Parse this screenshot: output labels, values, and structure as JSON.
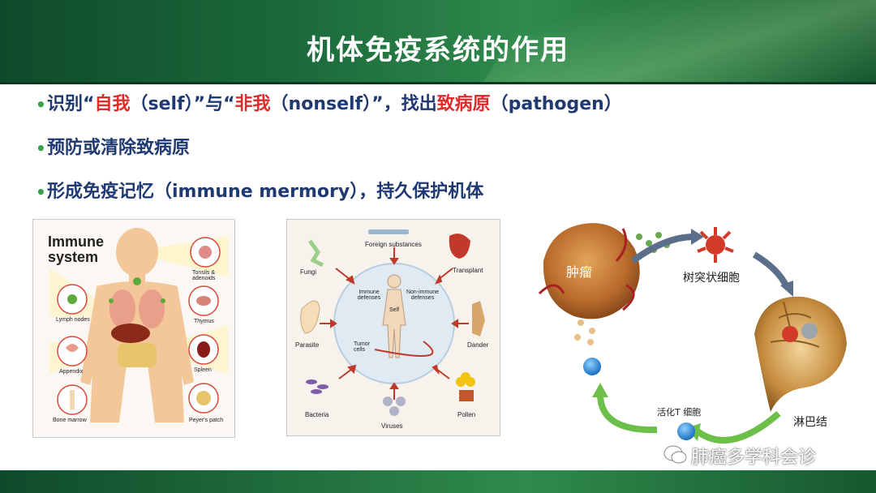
{
  "header": {
    "title": "机体免疫系统的作用"
  },
  "bullets": [
    {
      "pre": "识别“",
      "self": "自我",
      "mid1": "（self）”与“",
      "nonself": "非我",
      "mid2": "（nonself）”，找出",
      "pathogen": "致病原",
      "post": "（pathogen）"
    },
    {
      "text": "预防或清除致病原"
    },
    {
      "text": "形成免疫记忆（immune mermory），持久保护机体"
    }
  ],
  "fig1": {
    "title_line1": "Immune",
    "title_line2": "system",
    "labels": [
      "Tonsils & adenoids",
      "Lymph nodes",
      "Thymus",
      "Appendix",
      "Spleen",
      "Bone marrow",
      "Peyer's patch"
    ]
  },
  "fig2": {
    "labels": {
      "foreign": "Foreign substances",
      "fungi": "Fungi",
      "transplant": "Transplant",
      "immune_def": "Immune defenses",
      "nonimmune_def": "Non-immune defenses",
      "self": "Self",
      "parasite": "Parasite",
      "tumor": "Tumor cells",
      "dander": "Dander",
      "bacteria": "Bacteria",
      "viruses": "Viruses",
      "pollen": "Pollen"
    }
  },
  "fig3": {
    "tumor": "肿瘤",
    "dendritic": "树突状细胞",
    "activated_t": "活化T 细胞",
    "lymph_node": "淋巴结"
  },
  "watermark": "肺癌多学科会诊",
  "colors": {
    "accent_green": "#2f8a4c",
    "text_blue": "#1f3a73",
    "highlight_red": "#e02b2b"
  }
}
